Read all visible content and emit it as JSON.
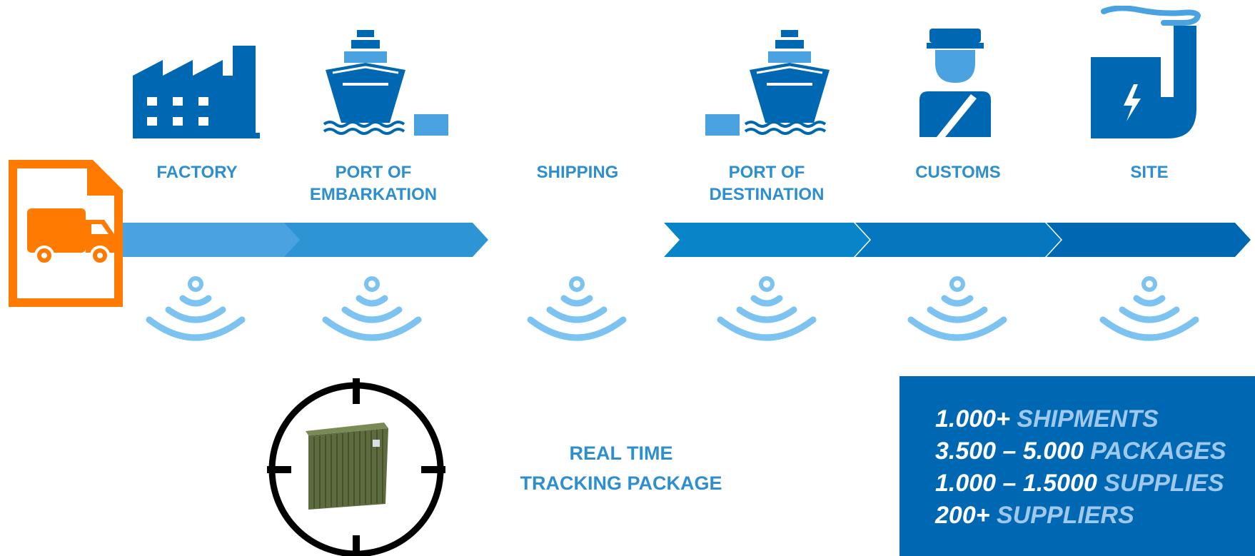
{
  "stages": [
    {
      "id": "factory",
      "label": "FACTORY",
      "icon": "factory-icon"
    },
    {
      "id": "port-of-embarkation",
      "label": "PORT OF\nEMBARKATION",
      "icon": "ship-icon"
    },
    {
      "id": "shipping",
      "label": "SHIPPING",
      "icon": ""
    },
    {
      "id": "port-of-destination",
      "label": "PORT OF\nDESTINATION",
      "icon": "ship-icon"
    },
    {
      "id": "customs",
      "label": "CUSTOMS",
      "icon": "customs-officer-icon"
    },
    {
      "id": "site",
      "label": "SITE",
      "icon": "power-plant-icon"
    }
  ],
  "tracking": {
    "label_line1": "REAL TIME",
    "label_line2": "TRACKING PACKAGE",
    "icon": "crosshair-container-icon"
  },
  "stats": [
    {
      "value": "1.000+",
      "unit": "SHIPMENTS"
    },
    {
      "value": "3.500 – 5.000",
      "unit": "PACKAGES"
    },
    {
      "value": "1.000 – 1.5000",
      "unit": "SUPPLIES"
    },
    {
      "value": "200+",
      "unit": "SUPPLIERS"
    }
  ],
  "colors": {
    "primary": "#0068b2",
    "light_blue": "#2e8fd0",
    "signal": "#7cc3f2",
    "truck_badge": "#ff7a00"
  },
  "badge_icon": "truck-document-icon",
  "signal_icon": "rfid-signal-icon"
}
